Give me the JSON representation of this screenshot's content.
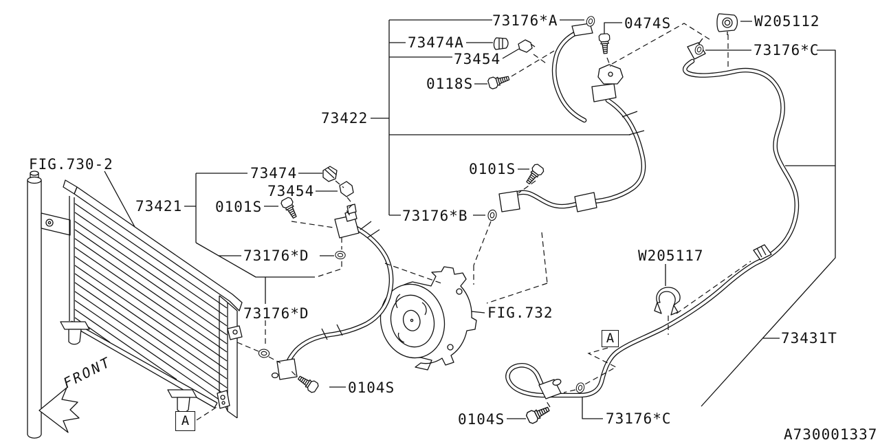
{
  "labels": {
    "part_73176_a": "73176*A",
    "part_0474s": "0474S",
    "part_w205112": "W205112",
    "part_73176_c": "73176*C",
    "part_73474a": "73474A",
    "part_73454": "73454",
    "part_0118s": "0118S",
    "part_73422": "73422",
    "part_0101s": "0101S",
    "fig_730_2": "FIG.730-2",
    "part_73474": "73474",
    "part_73421": "73421",
    "part_73176_b": "73176*B",
    "part_73176_d": "73176*D",
    "part_w205117": "W205117",
    "fig_732": "FIG.732",
    "part_73431t": "73431T",
    "part_0104s": "0104S",
    "front": "FRONT",
    "view_marker": "A",
    "drawing_number": "A730001337"
  },
  "colors": {
    "ink": "#111111",
    "background": "#ffffff"
  }
}
